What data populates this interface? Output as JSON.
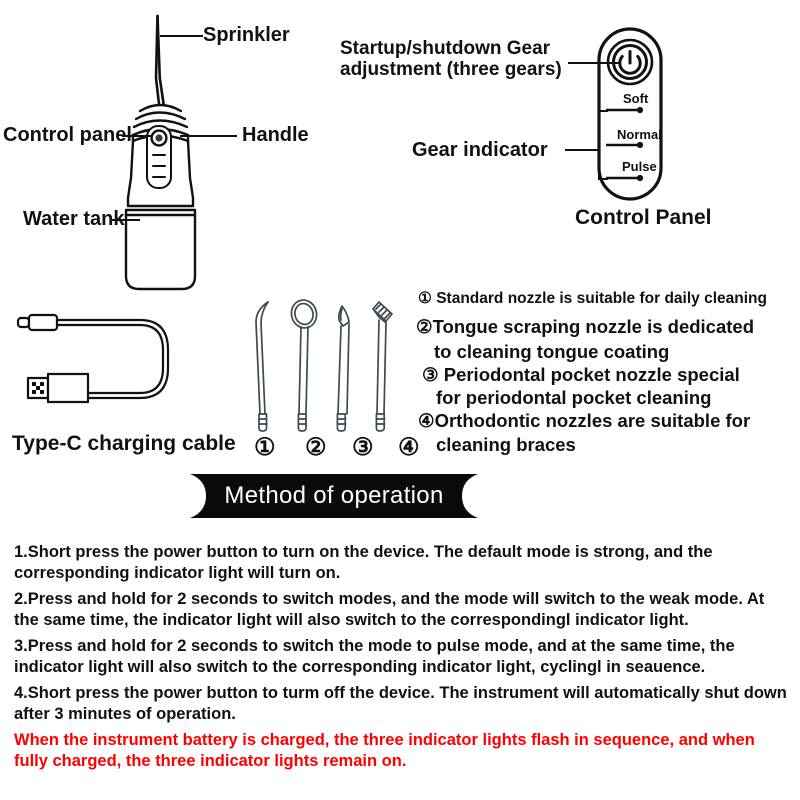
{
  "device": {
    "labels": {
      "sprinkler": "Sprinkler",
      "control_panel": "Control panel",
      "handle": "Handle",
      "water_tank": "Water tank"
    }
  },
  "control_panel": {
    "startup_label": "Startup/shutdown Gear\nadjustment (three gears)",
    "startup_label_line1": "Startup/shutdown Gear",
    "startup_label_line2": "adjustment (three gears)",
    "gear_indicator_label": "Gear indicator",
    "caption": "Control Panel",
    "power_icon": "power-icon",
    "gears": [
      {
        "name": "Soft"
      },
      {
        "name": "Normal"
      },
      {
        "name": "Pulse"
      }
    ]
  },
  "accessories": {
    "cable_caption": "Type-C charging cable",
    "nozzle_numbers": [
      "①",
      "②",
      "③",
      "④"
    ],
    "nozzle_descriptions": [
      {
        "marker": "①",
        "text": "Standard nozzle is suitable for daily cleaning"
      },
      {
        "marker": "②",
        "text": "Tongue scraping nozzle is dedicated"
      },
      {
        "marker": "",
        "text": "to cleaning tongue coating"
      },
      {
        "marker": "③",
        "text": "Periodontal pocket nozzle special"
      },
      {
        "marker": "",
        "text": "for periodontal pocket cleaning"
      },
      {
        "marker": "④",
        "text": "Orthodontic nozzles are suitable for"
      },
      {
        "marker": "",
        "text": "cleaning braces"
      }
    ]
  },
  "method": {
    "banner_title": "Method of operation",
    "steps": [
      "1.Short press the power button to turn on the device. The default mode is strong, and the corresponding indicator light will turn on.",
      "2.Press and hold for 2 seconds to switch modes, and the mode will switch to the weak mode. At the same time, the indicator light will also switch to the correspondingl indicator light.",
      "3.Press and hold for 2 seconds to switch the mode to pulse mode, and at the same time, the indicator light will also switch to the corresponding indicator light, cyclingl in seauence.",
      "4.Short press the power button to turm off the device. The instrument will automatically shut down after 3 minutes of operation."
    ],
    "warning": "When the instrument battery is charged, the three indicator lights flash in sequence, and when fully charged, the three indicator lights remain on."
  },
  "colors": {
    "ink": "#111111",
    "warning_red": "#ff0000",
    "banner_bg": "#0b0b0b",
    "banner_text": "#ffffff"
  }
}
